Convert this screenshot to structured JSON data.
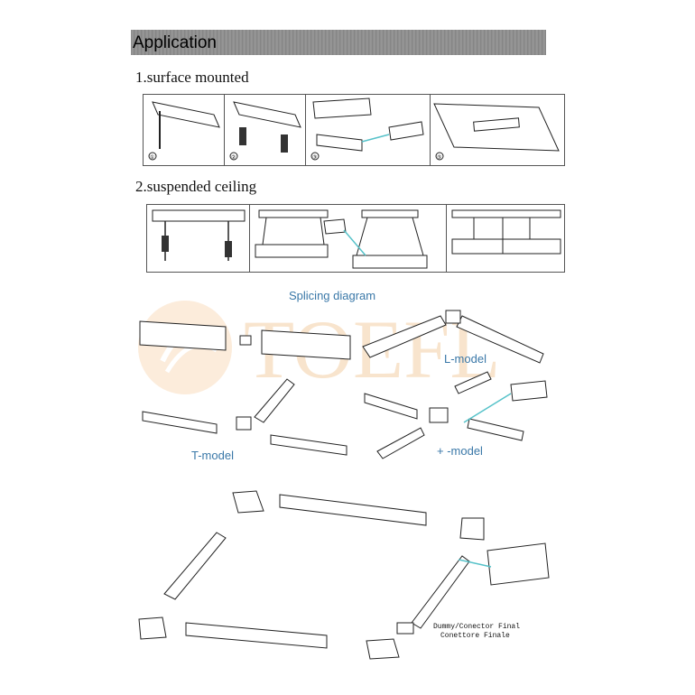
{
  "header": {
    "title": "Application"
  },
  "steps": [
    {
      "label": "1.surface mounted"
    },
    {
      "label": "2.suspended ceiling"
    }
  ],
  "surface_panels": [
    "①",
    "②",
    "③",
    "⑤"
  ],
  "splicing": {
    "title": "Splicing diagram",
    "l_model": "L-model",
    "t_model": "T-model",
    "plus_model": "+ -model"
  },
  "watermark": {
    "text": "TOEFL"
  },
  "note": {
    "line1": "Dummy/Conector Final",
    "line2": "Conettore Finale"
  },
  "colors": {
    "header_bar": "#8a8a8a",
    "label_blue": "#3a78a8",
    "watermark": "#f6d9b8",
    "cable": "#56c2c9"
  }
}
